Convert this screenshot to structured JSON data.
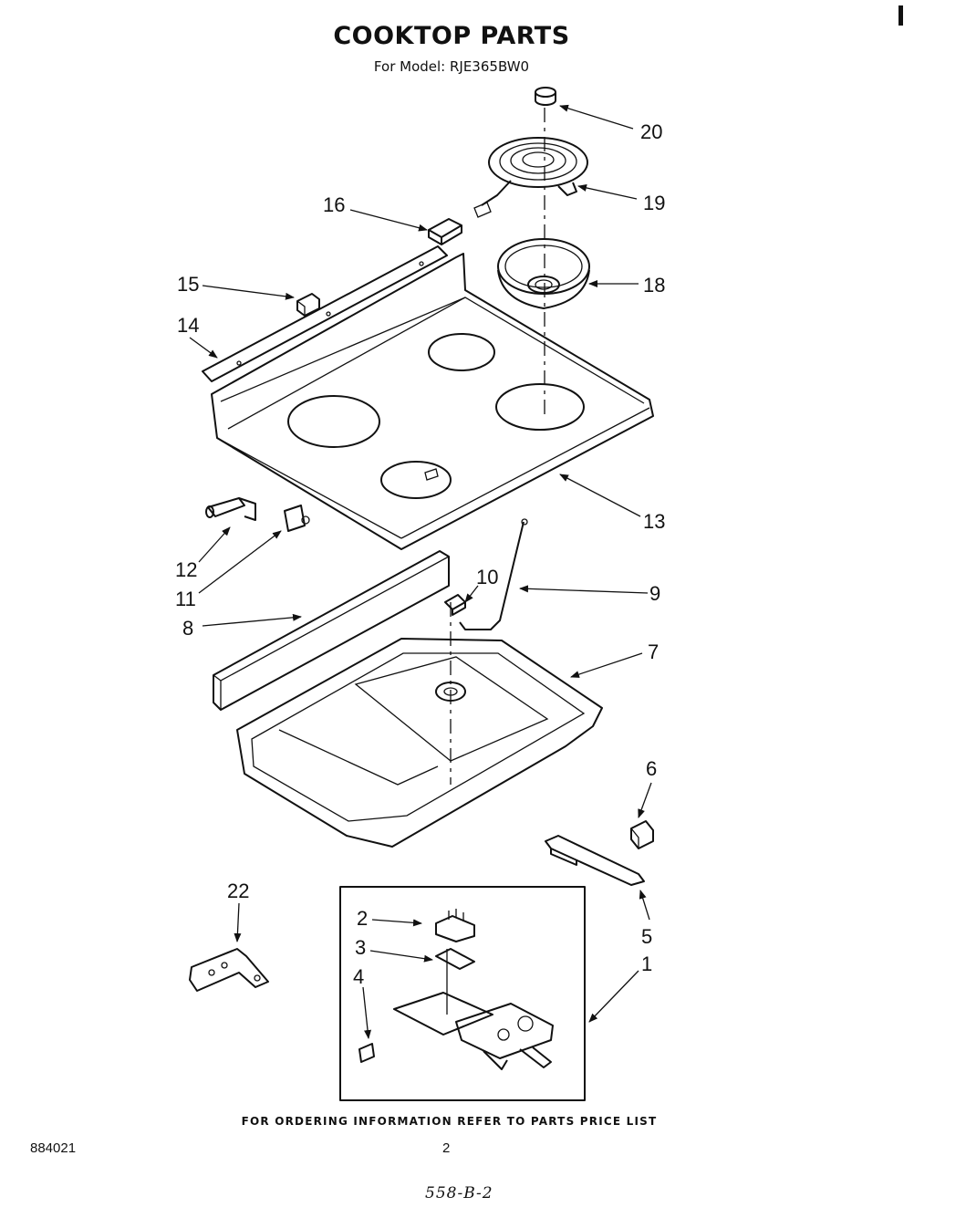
{
  "header": {
    "title": "COOKTOP PARTS",
    "model": "For Model: RJE365BW0"
  },
  "footer": {
    "ordering_note": "FOR ORDERING INFORMATION REFER TO PARTS PRICE LIST",
    "document_number": "884021",
    "page_number": "2",
    "handwritten_note": "558-B-2"
  },
  "callouts": [
    {
      "part": "20",
      "label": "20"
    },
    {
      "part": "19",
      "label": "19"
    },
    {
      "part": "16",
      "label": "16"
    },
    {
      "part": "18",
      "label": "18"
    },
    {
      "part": "15",
      "label": "15"
    },
    {
      "part": "14",
      "label": "14"
    },
    {
      "part": "13",
      "label": "13"
    },
    {
      "part": "12",
      "label": "12"
    },
    {
      "part": "11",
      "label": "11"
    },
    {
      "part": "10",
      "label": "10"
    },
    {
      "part": "9",
      "label": "9"
    },
    {
      "part": "8",
      "label": "8"
    },
    {
      "part": "7",
      "label": "7"
    },
    {
      "part": "6",
      "label": "6"
    },
    {
      "part": "22",
      "label": "22"
    },
    {
      "part": "2",
      "label": "2"
    },
    {
      "part": "3",
      "label": "3"
    },
    {
      "part": "4",
      "label": "4"
    },
    {
      "part": "5",
      "label": "5"
    },
    {
      "part": "1",
      "label": "1"
    }
  ]
}
